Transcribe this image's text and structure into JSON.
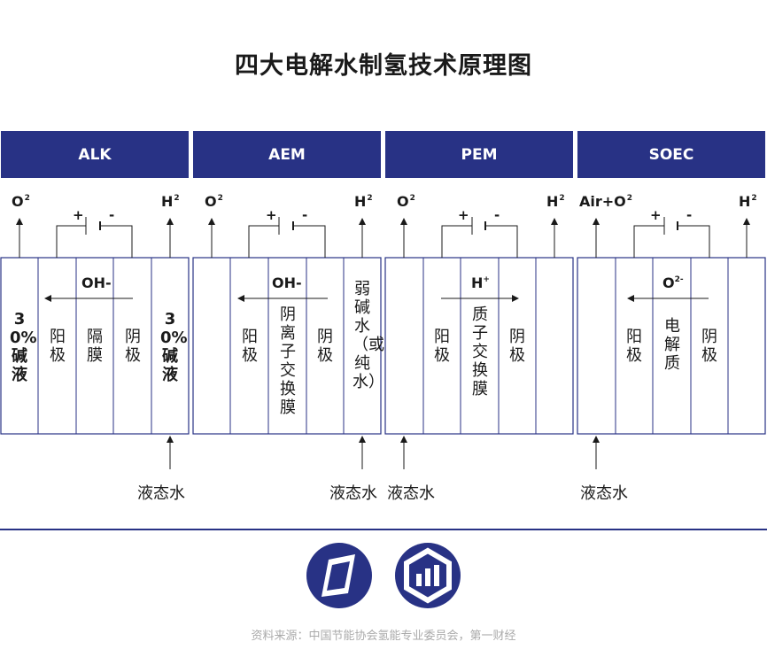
{
  "title": "四大电解水制氢技术原理图",
  "colors": {
    "header": "#283285",
    "line": "#283285",
    "text": "#1a1a1a",
    "source": "#aaaaaa"
  },
  "panels": [
    {
      "name": "ALK",
      "left_gas": "O",
      "left_gas_sup": "2",
      "right_gas": "H",
      "right_gas_sup": "2",
      "plus": "+",
      "minus": "-",
      "ion": "OH-",
      "ion_sup": "",
      "layers": [
        "30%碱液",
        "阳极",
        "隔膜",
        "阴极",
        "30%碱液"
      ],
      "water_in": "液态水"
    },
    {
      "name": "AEM",
      "left_gas": "O",
      "left_gas_sup": "2",
      "right_gas": "H",
      "right_gas_sup": "2",
      "plus": "+",
      "minus": "-",
      "ion": "OH-",
      "ion_sup": "",
      "layers": [
        "",
        "阳极",
        "阴离子交换膜",
        "阴极",
        "弱碱水（或纯水）"
      ],
      "water_in": "液态水"
    },
    {
      "name": "PEM",
      "left_gas": "O",
      "left_gas_sup": "2",
      "right_gas": "H",
      "right_gas_sup": "2",
      "plus": "+",
      "minus": "-",
      "ion": "H",
      "ion_sup": "+",
      "layers": [
        "",
        "阳极",
        "质子交换膜",
        "阴极",
        ""
      ],
      "water_in": "液态水"
    },
    {
      "name": "SOEC",
      "left_gas": "Air+O",
      "left_gas_sup": "2",
      "right_gas": "H",
      "right_gas_sup": "2",
      "plus": "+",
      "minus": "-",
      "ion": "O",
      "ion_sup": "2-",
      "layers": [
        "",
        "阳极",
        "电解质",
        "阴极",
        ""
      ],
      "water_in": "液态水"
    }
  ],
  "source": "资料来源：中国节能协会氢能专业委员会，第一财经",
  "logos": [
    "logo-mark-left",
    "logo-mark-right"
  ]
}
